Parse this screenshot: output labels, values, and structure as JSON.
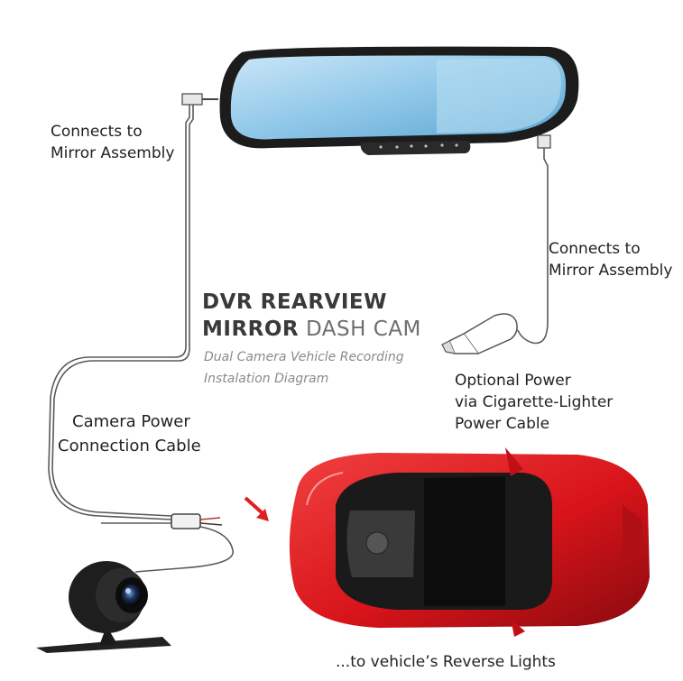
{
  "title": {
    "line1": "DVR REARVIEW",
    "line2_bold": "MIRROR",
    "line2_light": "DASH CAM",
    "sub1": "Dual Camera Vehicle Recording",
    "sub2": "Instalation Diagram"
  },
  "labels": {
    "mirror_left_1": "Connects to",
    "mirror_left_2": "Mirror Assembly",
    "mirror_right_1": "Connects to",
    "mirror_right_2": "Mirror Assembly",
    "power_1": "Optional Power",
    "power_2": "via Cigarette-Lighter",
    "power_3": "Power Cable",
    "cable_1": "Camera Power",
    "cable_2": "Connection Cable",
    "reverse": "...to vehicle’s Reverse Lights"
  },
  "colors": {
    "mirror_glass": "#8fc7e8",
    "mirror_frame": "#1c1c1c",
    "car_body": "#d8141a",
    "arrow": "#e02020",
    "cable": "#5a5a5a"
  },
  "icons": [
    "rearview-mirror",
    "cigarette-lighter-plug",
    "backup-camera",
    "red-sports-car",
    "pointer-arrow"
  ]
}
